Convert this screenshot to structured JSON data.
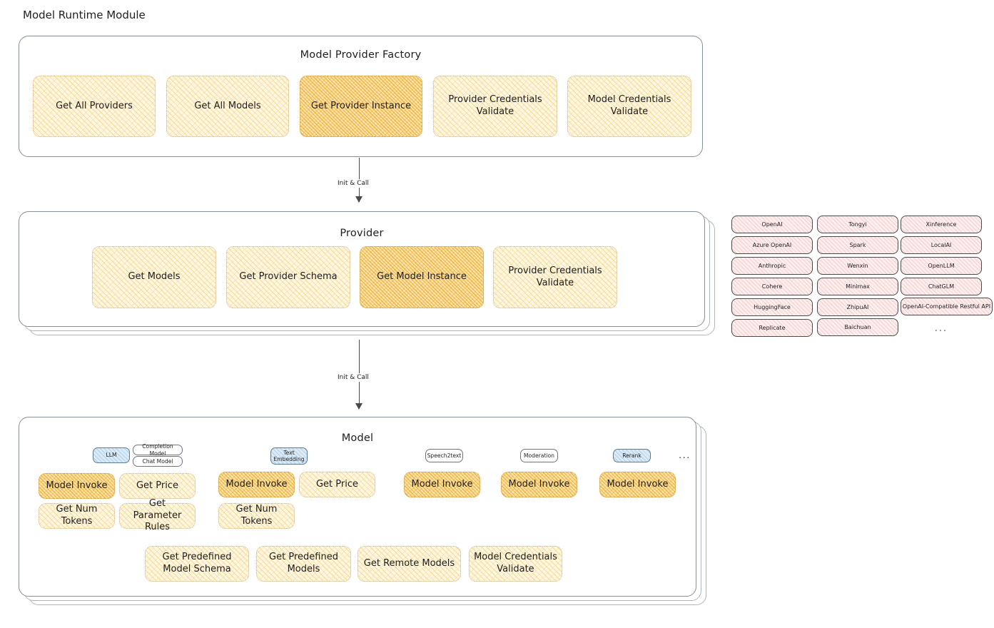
{
  "diagram": {
    "title": "Model Runtime Module",
    "type": "architecture-layer-diagram"
  },
  "layers": [
    {
      "id": "model-provider-factory",
      "title": "Model Provider Factory",
      "stacked": false,
      "nodes": [
        {
          "label": "Get All Providers",
          "highlighted": false
        },
        {
          "label": "Get All Models",
          "highlighted": false
        },
        {
          "label": "Get Provider Instance",
          "highlighted": true
        },
        {
          "label": "Provider Credentials Validate",
          "highlighted": false
        },
        {
          "label": "Model Credentials Validate",
          "highlighted": false
        }
      ]
    },
    {
      "id": "provider",
      "title": "Provider",
      "stacked": true,
      "nodes": [
        {
          "label": "Get Models",
          "highlighted": false
        },
        {
          "label": "Get Provider Schema",
          "highlighted": false
        },
        {
          "label": "Get Model Instance",
          "highlighted": true
        },
        {
          "label": "Provider Credentials Validate",
          "highlighted": false
        }
      ]
    },
    {
      "id": "model",
      "title": "Model",
      "stacked": true,
      "nodes": []
    }
  ],
  "connectors": [
    {
      "from": "model-provider-factory",
      "to": "provider",
      "label": "Init & Call"
    },
    {
      "from": "provider",
      "to": "model",
      "label": "Init & Call"
    }
  ],
  "model_types": [
    {
      "badge": "LLM",
      "badge_color": "blue",
      "sub_badges": [
        "Completion Model",
        "Chat Model"
      ],
      "methods": [
        {
          "label": "Model Invoke",
          "highlighted": true
        },
        {
          "label": "Get Price",
          "highlighted": false
        },
        {
          "label": "Get Num Tokens",
          "highlighted": false
        },
        {
          "label": "Get Parameter Rules",
          "highlighted": false
        }
      ]
    },
    {
      "badge": "Text Embedding",
      "badge_color": "blue",
      "sub_badges": [],
      "methods": [
        {
          "label": "Model Invoke",
          "highlighted": true
        },
        {
          "label": "Get Price",
          "highlighted": false
        },
        {
          "label": "Get Num Tokens",
          "highlighted": false
        }
      ]
    },
    {
      "badge": "Speech2text",
      "badge_color": "white",
      "sub_badges": [],
      "methods": [
        {
          "label": "Model Invoke",
          "highlighted": true
        }
      ]
    },
    {
      "badge": "Moderation",
      "badge_color": "white",
      "sub_badges": [],
      "methods": [
        {
          "label": "Model Invoke",
          "highlighted": true
        }
      ]
    },
    {
      "badge": "Rerank",
      "badge_color": "blue",
      "sub_badges": [],
      "methods": [
        {
          "label": "Model Invoke",
          "highlighted": true
        }
      ]
    }
  ],
  "model_types_more": "...",
  "model_common_methods": [
    {
      "label": "Get Predefined Model Schema"
    },
    {
      "label": "Get Predefined Models"
    },
    {
      "label": "Get Remote Models"
    },
    {
      "label": "Model Credentials Validate"
    }
  ],
  "provider_list": {
    "columns": [
      [
        "OpenAI",
        "Azure OpenAI",
        "Anthropic",
        "Cohere",
        "HuggingFace",
        "Replicate"
      ],
      [
        "Tongyi",
        "Spark",
        "Wenxin",
        "Minimax",
        "ZhipuAI",
        "Baichuan"
      ],
      [
        "Xinference",
        "LocalAI",
        "OpenLLM",
        "ChatGLM",
        "OpenAI-Compatible Restful API",
        "..."
      ]
    ]
  },
  "colors": {
    "node_fill": "#fdf6e0",
    "node_highlight_fill": "#fbe3ad",
    "badge_blue": "#dbeaf7",
    "chip_pink": "#fdeeee",
    "stroke": "#1e1e1e"
  }
}
